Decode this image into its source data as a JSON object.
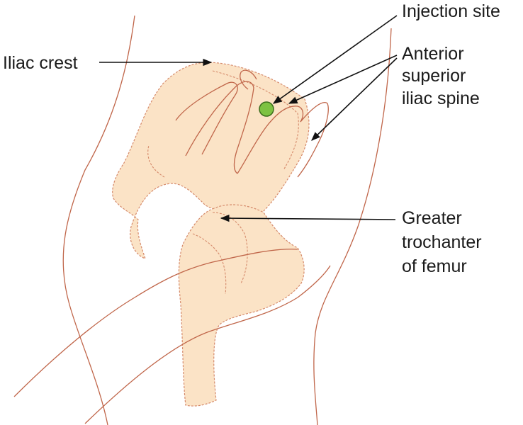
{
  "labels": {
    "injection_site": "Injection site",
    "iliac_crest": "Iliac crest",
    "asis_line1": "Anterior",
    "asis_line2": "superior",
    "asis_line3": "iliac spine",
    "gt_line1": "Greater",
    "gt_line2": "trochanter",
    "gt_line3": "of femur"
  },
  "colors": {
    "bone_fill": "#fbe3c6",
    "outline": "#c0664a",
    "injection_site": "#7dc242"
  }
}
